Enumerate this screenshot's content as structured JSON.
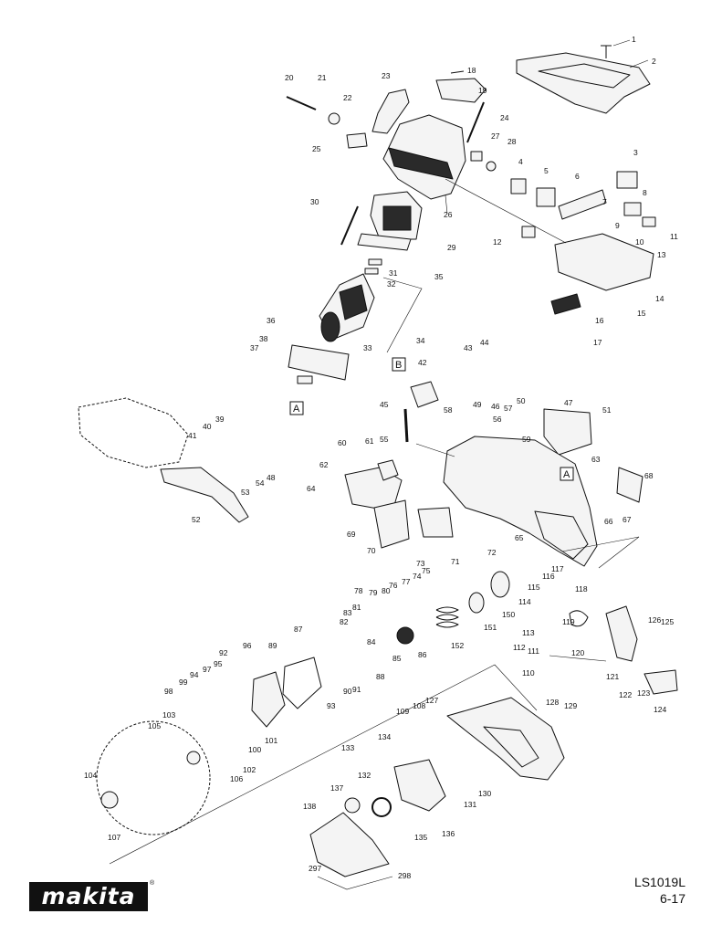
{
  "document": {
    "brand": "makita",
    "model": "LS1019L",
    "page": "6-17"
  },
  "colors": {
    "ink": "#111111",
    "paper": "#ffffff",
    "part_fill": "#f4f4f4",
    "part_dark": "#2a2a2a"
  },
  "section_letters": {
    "A": "A",
    "B": "B"
  },
  "callouts": [
    "1",
    "2",
    "3",
    "4",
    "5",
    "6",
    "7",
    "8",
    "9",
    "10",
    "11",
    "12",
    "13",
    "14",
    "15",
    "16",
    "17",
    "18",
    "19",
    "20",
    "21",
    "22",
    "23",
    "24",
    "25",
    "26",
    "27",
    "28",
    "29",
    "30",
    "31",
    "32",
    "33",
    "34",
    "35",
    "36",
    "37",
    "38",
    "39",
    "40",
    "41",
    "42",
    "43",
    "44",
    "45",
    "46",
    "47",
    "48",
    "49",
    "50",
    "51",
    "52",
    "53",
    "54",
    "55",
    "56",
    "57",
    "58",
    "59",
    "60",
    "61",
    "62",
    "63",
    "64",
    "65",
    "66",
    "67",
    "68",
    "69",
    "70",
    "71",
    "72",
    "73",
    "74",
    "75",
    "76",
    "77",
    "78",
    "79",
    "80",
    "81",
    "82",
    "83",
    "84",
    "85",
    "86",
    "87",
    "88",
    "89",
    "90",
    "91",
    "92",
    "93",
    "94",
    "95",
    "96",
    "97",
    "98",
    "99",
    "100",
    "101",
    "102",
    "103",
    "104",
    "105",
    "106",
    "107",
    "108",
    "109",
    "110",
    "111",
    "112",
    "113",
    "114",
    "115",
    "116",
    "117",
    "118",
    "119",
    "120",
    "121",
    "122",
    "123",
    "124",
    "125",
    "126",
    "127",
    "128",
    "129",
    "130",
    "131",
    "132",
    "133",
    "134",
    "135",
    "136",
    "137",
    "138",
    "150",
    "151",
    "152",
    "297",
    "298"
  ]
}
